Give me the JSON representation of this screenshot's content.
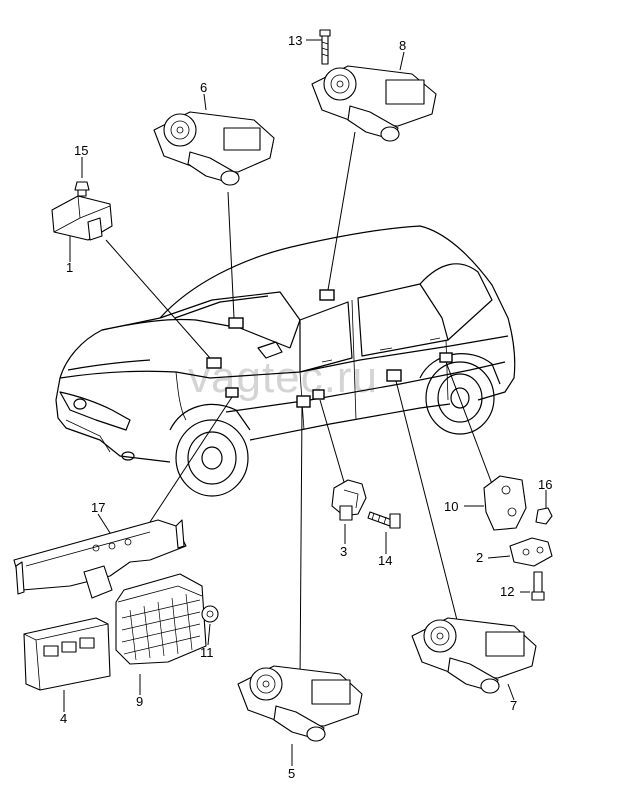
{
  "watermark": "vagtec.ru",
  "callouts": {
    "c1": "1",
    "c2": "2",
    "c3": "3",
    "c4": "4",
    "c5": "5",
    "c6": "6",
    "c7": "7",
    "c8": "8",
    "c9": "9",
    "c10": "10",
    "c11": "11",
    "c12": "12",
    "c13": "13",
    "c14": "14",
    "c15": "15",
    "c16": "16",
    "c17": "17"
  }
}
